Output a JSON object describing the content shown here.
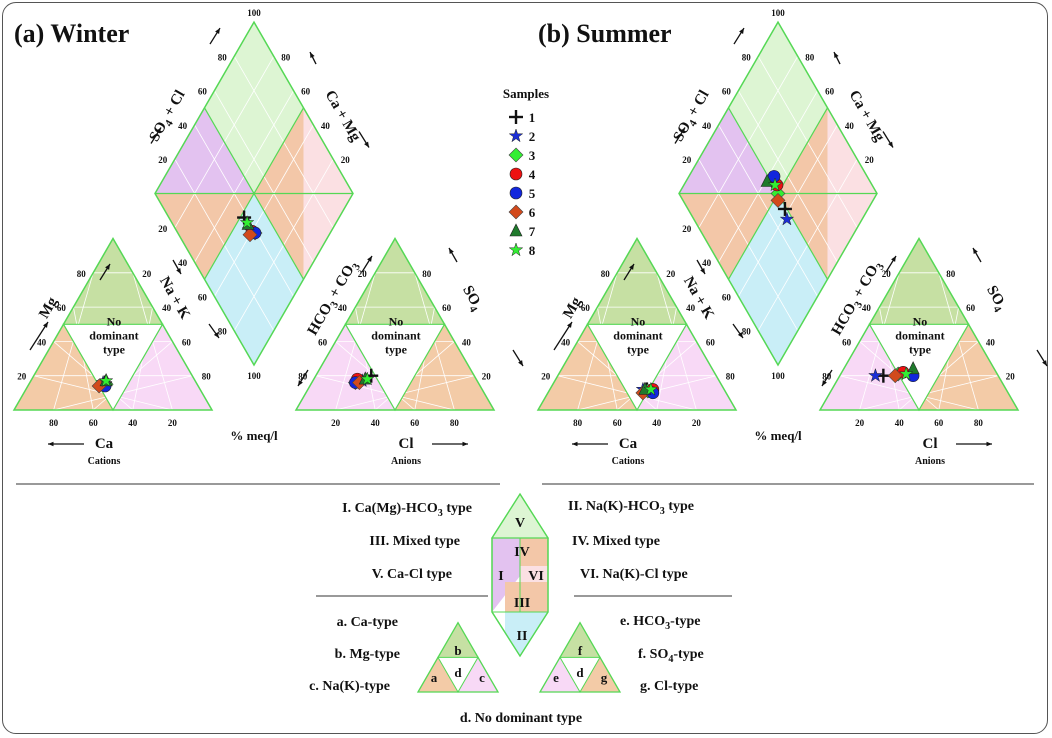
{
  "colors": {
    "region_I": "#e3c2f0",
    "region_II": "#c9eef7",
    "region_III_IV": "#f3c7a8",
    "region_V": "#ddf5d3",
    "region_VI": "#fbe0e3",
    "type_a_g": "#f3cba7",
    "type_b_f": "#c6e0a3",
    "type_c_e": "#f8d9f6",
    "grid": "#ffffff",
    "outline": "#55d855"
  },
  "panels": [
    {
      "title": "(a) Winter"
    },
    {
      "title": "(b) Summer"
    }
  ],
  "labels": {
    "mg": "Mg",
    "nak": "Na + K",
    "hco3co3": "HCO3 + CO3",
    "so4": "SO4",
    "so4cl": "SO4 + Cl",
    "camg": "Ca + Mg",
    "ca": "Ca",
    "cl": "Cl",
    "cations": "Cations",
    "anions": "Anions",
    "meq": "% meq/l",
    "no_dominant_1": "No",
    "no_dominant_2": "dominant",
    "no_dominant_3": "type"
  },
  "ticks": {
    "t20": "20",
    "t40": "40",
    "t60": "60",
    "t80": "80",
    "t100": "100"
  },
  "legend": {
    "title": "Samples",
    "items": [
      {
        "label": "1",
        "marker": "plus",
        "color": "#111111"
      },
      {
        "label": "2",
        "marker": "star",
        "color": "#1c2fd6"
      },
      {
        "label": "3",
        "marker": "diamond",
        "color": "#33ee33"
      },
      {
        "label": "4",
        "marker": "circle",
        "color": "#ee1111"
      },
      {
        "label": "5",
        "marker": "circle",
        "color": "#1126dd"
      },
      {
        "label": "6",
        "marker": "diamond",
        "color": "#d24a1c"
      },
      {
        "label": "7",
        "marker": "triangle",
        "color": "#1f7a2c"
      },
      {
        "label": "8",
        "marker": "star",
        "color": "#33ee33"
      }
    ]
  },
  "classification": {
    "I": "I.  Ca(Mg)-HCO3 type",
    "II": "II.  Na(K)-HCO3 type",
    "III": "III.  Mixed type",
    "IV": "IV.  Mixed type",
    "V": "V.  Ca-Cl type",
    "VI": "VI.  Na(K)-Cl type",
    "a": "a. Ca-type",
    "b": "b. Mg-type",
    "c": "c. Na(K)-type",
    "d": "d. No dominant type",
    "e": "e. HCO3-type",
    "f": "f.  SO4-type",
    "g": "g.  Cl-type"
  },
  "diagram_letters": {
    "I": "I",
    "II": "II",
    "III": "III",
    "IV": "IV",
    "V": "V",
    "VI": "VI",
    "a": "a",
    "b": "b",
    "c": "c",
    "d": "d",
    "e": "e",
    "f": "f",
    "g": "g"
  },
  "chart_data": [
    {
      "type": "scatter",
      "title": "(a) Winter",
      "plot": "piper",
      "axes": {
        "cation_apex_top": "Mg",
        "cation_left": "Ca",
        "cation_right": "Na + K",
        "anion_apex_top": "SO4",
        "anion_left": "HCO3 + CO3",
        "anion_right": "Cl",
        "diamond_top_left": "SO4 + Cl",
        "diamond_top_right": "Ca + Mg",
        "units": "% meq/l",
        "range": [
          0,
          100
        ]
      },
      "samples": [
        {
          "name": "1",
          "cation": {
            "mg": 16,
            "nak": 38
          },
          "anion": {
            "so4": 20,
            "cl": 28
          }
        },
        {
          "name": "2",
          "cation": {
            "mg": 16,
            "nak": 37
          },
          "anion": {
            "so4": 17,
            "cl": 25
          }
        },
        {
          "name": "3",
          "cation": {
            "mg": 15,
            "nak": 39
          },
          "anion": {
            "so4": 16,
            "cl": 22
          }
        },
        {
          "name": "4",
          "cation": {
            "mg": 15,
            "nak": 38
          },
          "anion": {
            "so4": 18,
            "cl": 22
          }
        },
        {
          "name": "5",
          "cation": {
            "mg": 14,
            "nak": 39
          },
          "anion": {
            "so4": 16,
            "cl": 22
          }
        },
        {
          "name": "6",
          "cation": {
            "mg": 14,
            "nak": 36
          },
          "anion": {
            "so4": 16,
            "cl": 24
          }
        },
        {
          "name": "7",
          "cation": {
            "mg": 17,
            "nak": 38
          },
          "anion": {
            "so4": 18,
            "cl": 26
          }
        },
        {
          "name": "8",
          "cation": {
            "mg": 17,
            "nak": 38
          },
          "anion": {
            "so4": 18,
            "cl": 27
          }
        }
      ]
    },
    {
      "type": "scatter",
      "title": "(b) Summer",
      "plot": "piper",
      "axes": {
        "cation_apex_top": "Mg",
        "cation_left": "Ca",
        "cation_right": "Na + K",
        "anion_apex_top": "SO4",
        "anion_left": "HCO3 + CO3",
        "anion_right": "Cl",
        "diamond_top_left": "SO4 + Cl",
        "diamond_top_right": "Ca + Mg",
        "units": "% meq/l",
        "range": [
          0,
          100
        ]
      },
      "samples": [
        {
          "name": "1",
          "cation": {
            "mg": 12,
            "nak": 49
          },
          "anion": {
            "so4": 20,
            "cl": 22
          }
        },
        {
          "name": "2",
          "cation": {
            "mg": 12,
            "nak": 47
          },
          "anion": {
            "so4": 20,
            "cl": 18
          }
        },
        {
          "name": "3",
          "cation": {
            "mg": 11,
            "nak": 50
          },
          "anion": {
            "so4": 21,
            "cl": 29
          }
        },
        {
          "name": "4",
          "cation": {
            "mg": 12,
            "nak": 52
          },
          "anion": {
            "so4": 22,
            "cl": 31
          }
        },
        {
          "name": "5",
          "cation": {
            "mg": 10,
            "nak": 53
          },
          "anion": {
            "so4": 20,
            "cl": 37
          }
        },
        {
          "name": "6",
          "cation": {
            "mg": 10,
            "nak": 48
          },
          "anion": {
            "so4": 20,
            "cl": 28
          }
        },
        {
          "name": "7",
          "cation": {
            "mg": 12,
            "nak": 48
          },
          "anion": {
            "so4": 24,
            "cl": 35
          }
        },
        {
          "name": "8",
          "cation": {
            "mg": 12,
            "nak": 51
          },
          "anion": {
            "so4": 21,
            "cl": 33
          }
        }
      ]
    }
  ]
}
